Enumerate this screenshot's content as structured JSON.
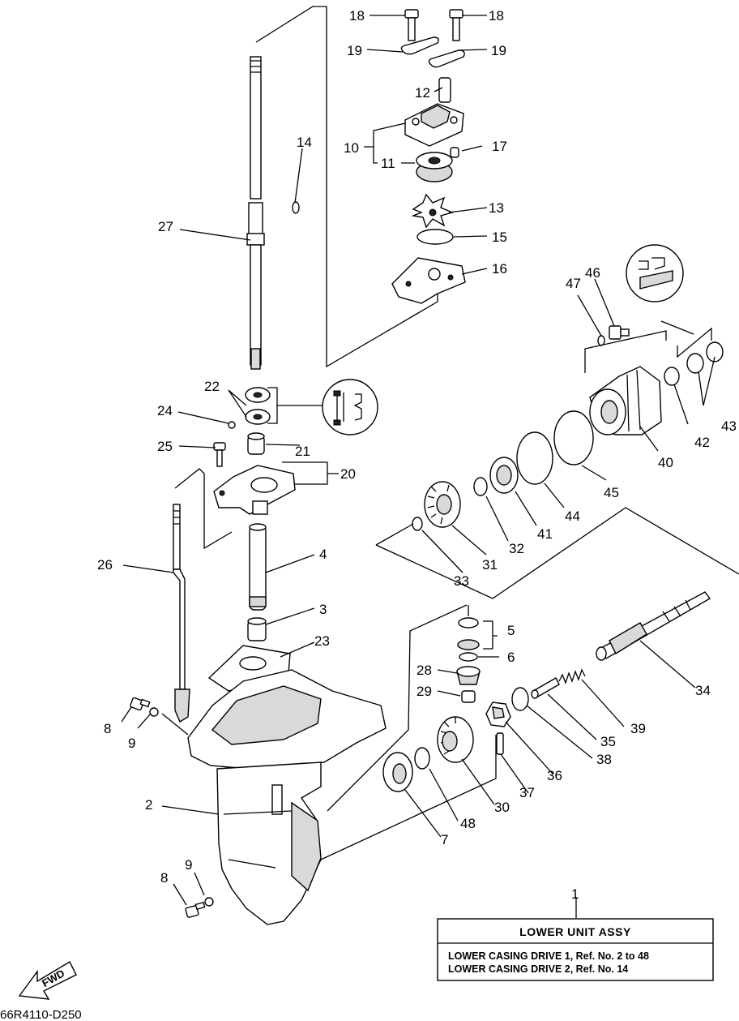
{
  "callouts": [
    {
      "id": "18a",
      "text": "18"
    },
    {
      "id": "18b",
      "text": "18"
    },
    {
      "id": "19a",
      "text": "19"
    },
    {
      "id": "19b",
      "text": "19"
    },
    {
      "id": "12",
      "text": "12"
    },
    {
      "id": "10",
      "text": "10"
    },
    {
      "id": "17",
      "text": "17"
    },
    {
      "id": "11",
      "text": "11"
    },
    {
      "id": "14",
      "text": "14"
    },
    {
      "id": "13",
      "text": "13"
    },
    {
      "id": "27",
      "text": "27"
    },
    {
      "id": "15",
      "text": "15"
    },
    {
      "id": "16",
      "text": "16"
    },
    {
      "id": "47",
      "text": "47"
    },
    {
      "id": "46",
      "text": "46"
    },
    {
      "id": "22",
      "text": "22"
    },
    {
      "id": "24",
      "text": "24"
    },
    {
      "id": "21",
      "text": "21"
    },
    {
      "id": "25",
      "text": "25"
    },
    {
      "id": "20",
      "text": "20"
    },
    {
      "id": "40",
      "text": "40"
    },
    {
      "id": "42",
      "text": "42"
    },
    {
      "id": "43",
      "text": "43"
    },
    {
      "id": "45",
      "text": "45"
    },
    {
      "id": "44",
      "text": "44"
    },
    {
      "id": "41",
      "text": "41"
    },
    {
      "id": "32",
      "text": "32"
    },
    {
      "id": "31",
      "text": "31"
    },
    {
      "id": "33",
      "text": "33"
    },
    {
      "id": "26",
      "text": "26"
    },
    {
      "id": "4",
      "text": "4"
    },
    {
      "id": "3",
      "text": "3"
    },
    {
      "id": "5",
      "text": "5"
    },
    {
      "id": "6",
      "text": "6"
    },
    {
      "id": "23",
      "text": "23"
    },
    {
      "id": "28",
      "text": "28"
    },
    {
      "id": "29",
      "text": "29"
    },
    {
      "id": "34",
      "text": "34"
    },
    {
      "id": "8a",
      "text": "8"
    },
    {
      "id": "9a",
      "text": "9"
    },
    {
      "id": "39",
      "text": "39"
    },
    {
      "id": "35",
      "text": "35"
    },
    {
      "id": "38",
      "text": "38"
    },
    {
      "id": "36",
      "text": "36"
    },
    {
      "id": "37",
      "text": "37"
    },
    {
      "id": "30",
      "text": "30"
    },
    {
      "id": "48",
      "text": "48"
    },
    {
      "id": "7",
      "text": "7"
    },
    {
      "id": "2",
      "text": "2"
    },
    {
      "id": "9b",
      "text": "9"
    },
    {
      "id": "8b",
      "text": "8"
    },
    {
      "id": "1",
      "text": "1"
    }
  ],
  "info_box": {
    "title": "LOWER UNIT ASSY",
    "line1": "LOWER CASING DRIVE 1,  Ref. No. 2 to 48",
    "line2": "LOWER CASING DRIVE 2,  Ref. No. 14"
  },
  "fwd_label": "FWD",
  "diagram_code": "66R4110-D250"
}
